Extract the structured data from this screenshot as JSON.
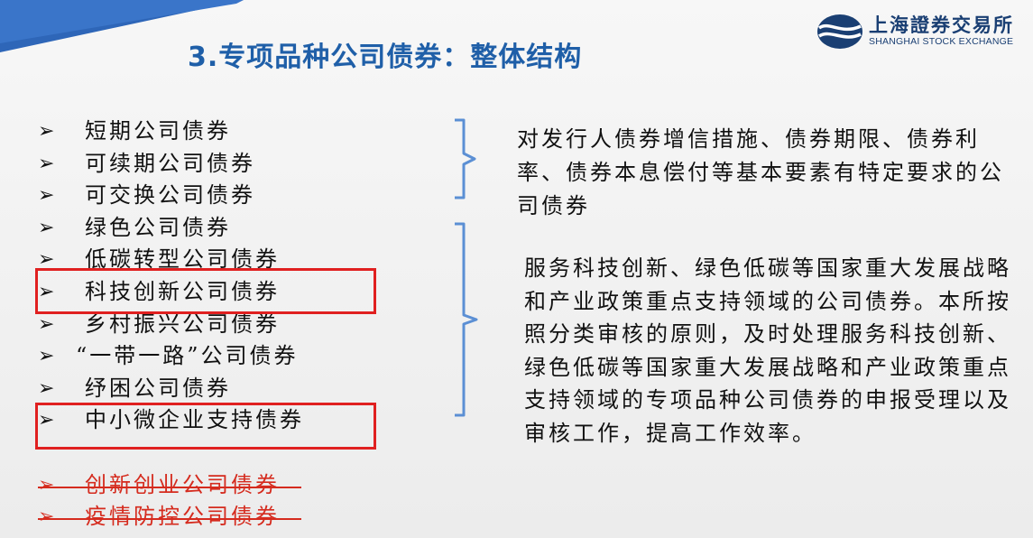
{
  "slide": {
    "title": "3.专项品种公司债券：整体结构"
  },
  "logo": {
    "name_cn": "上海證券交易所",
    "name_en": "SHANGHAI STOCK EXCHANGE"
  },
  "bond_list": [
    {
      "label": "短期公司债券",
      "highlighted": false,
      "deprecated": false
    },
    {
      "label": "可续期公司债券",
      "highlighted": false,
      "deprecated": false
    },
    {
      "label": "可交换公司债券",
      "highlighted": false,
      "deprecated": false
    },
    {
      "label": "绿色公司债券",
      "highlighted": false,
      "deprecated": false
    },
    {
      "label": "低碳转型公司债券",
      "highlighted": false,
      "deprecated": false
    },
    {
      "label": "科技创新公司债券",
      "highlighted": true,
      "deprecated": false
    },
    {
      "label": "乡村振兴公司债券",
      "highlighted": false,
      "deprecated": false
    },
    {
      "label": "“一带一路”公司债券",
      "highlighted": false,
      "deprecated": false
    },
    {
      "label": "纾困公司债券",
      "highlighted": false,
      "deprecated": false
    },
    {
      "label": "中小微企业支持债券",
      "highlighted": true,
      "deprecated": false
    },
    {
      "label": "",
      "highlighted": false,
      "deprecated": false
    },
    {
      "label": "创新创业公司债券",
      "highlighted": false,
      "deprecated": true
    },
    {
      "label": "疫情防控公司债券",
      "highlighted": false,
      "deprecated": true
    }
  ],
  "descriptions": {
    "group1": "对发行人债券增信措施、债券期限、债券利率、债券本息偿付等基本要素有特定要求的公司债券",
    "group2": "服务科技创新、绿色低碳等国家重大发展战略和产业政策重点支持领域的公司债券。本所按照分类审核的原则，及时处理服务科技创新、绿色低碳等国家重大发展战略和产业政策重点支持领域的专项品种公司债券的申报受理以及审核工作，提高工作效率。"
  },
  "colors": {
    "title": "#1f5fa8",
    "brace": "#5b8fd4",
    "highlight_box": "#e02020",
    "deprecated": "#d52b1e"
  },
  "icons": {
    "bullet": "arrowhead-bullet-icon",
    "logo": "sse-logo-icon"
  }
}
